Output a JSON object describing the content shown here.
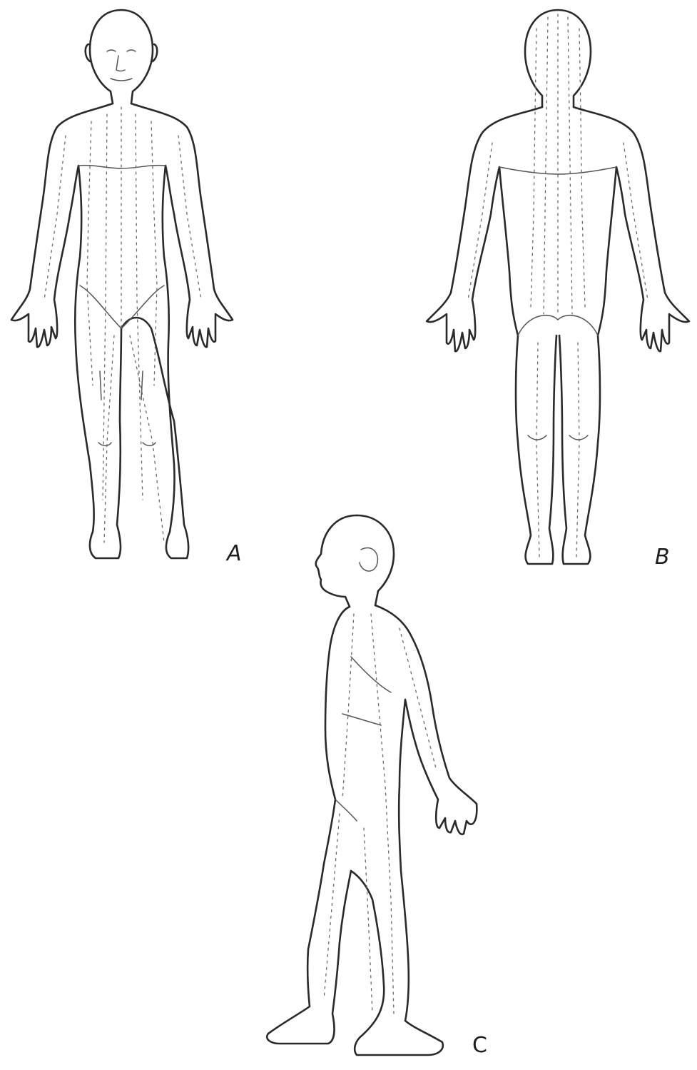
{
  "figure": {
    "panels": [
      {
        "id": "anterior",
        "label": "A"
      },
      {
        "id": "posterior",
        "label": "B"
      },
      {
        "id": "lateral",
        "label": "C"
      }
    ],
    "colors": {
      "line": "#2a2a2a",
      "detail": "#555555",
      "meridian": "#6a6a6a",
      "background": "#ffffff"
    }
  }
}
